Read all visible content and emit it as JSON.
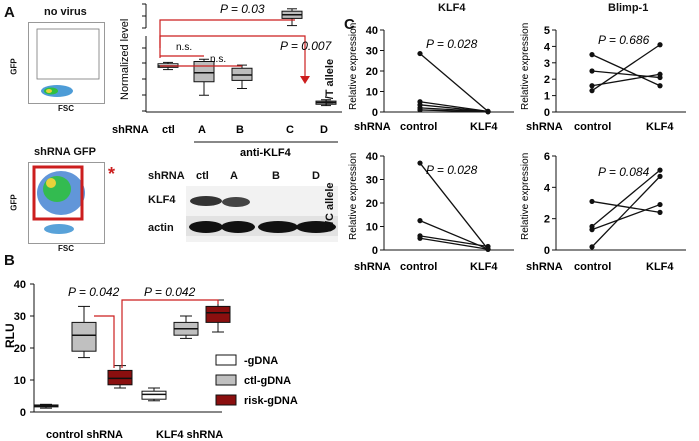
{
  "panels": {
    "A": "A",
    "B": "B",
    "C": "C"
  },
  "colors": {
    "red": "#cc1e1e",
    "darkred": "#8b0f0f",
    "gray": "#c0c0c0",
    "white": "#ffffff",
    "flow_cells": "#5aa0d8"
  },
  "flow": {
    "top": {
      "title": "no virus",
      "ylabel": "GFP",
      "xlabel": "FSC"
    },
    "bottom": {
      "title": "shRNA GFP",
      "ylabel": "GFP",
      "xlabel": "FSC",
      "star": "*"
    }
  },
  "panelA_chart": {
    "ylabel": "Normalized level",
    "shrna_label": "shRNA",
    "group_label": "anti-KLF4",
    "p1": "P = 0.03",
    "p2": "P = 0.007",
    "ns1": "n.s.",
    "ns2": "n.s."
  },
  "blot": {
    "header": {
      "shrna": "shRNA",
      "lanes": [
        "ctl",
        "A",
        "B",
        "D"
      ]
    },
    "rows": [
      "KLF4",
      "actin"
    ]
  },
  "panelC": {
    "col_titles": [
      "KLF4",
      "Blimp-1"
    ],
    "row_titles": [
      "T/T allele",
      "C/C allele"
    ],
    "ylabel": "Relative expression",
    "x_shrna": "shRNA",
    "x_labels": [
      "control",
      "KLF4"
    ],
    "pvals": [
      "P = 0.028",
      "P = 0.686",
      "P = 0.028",
      "P = 0.084"
    ]
  },
  "panelB_chart": {
    "ylabel": "RLU",
    "p1": "P = 0.042",
    "p2": "P = 0.042",
    "legend": [
      "-gDNA",
      "ctl-gDNA",
      "risk-gDNA"
    ]
  },
  "chart_data": [
    {
      "type": "box",
      "panel": "A",
      "categories": [
        "ctl",
        "A",
        "B",
        "C",
        "D"
      ],
      "ylabel": "Normalized level",
      "yscale": "broken",
      "boxes": [
        {
          "cat": "ctl",
          "min": 0.92,
          "q1": 0.97,
          "median": 1.0,
          "q3": 1.05,
          "max": 1.08
        },
        {
          "cat": "A",
          "min": 0.35,
          "q1": 0.65,
          "median": 0.85,
          "q3": 1.1,
          "max": 1.15
        },
        {
          "cat": "B",
          "min": 0.5,
          "q1": 0.68,
          "median": 0.8,
          "q3": 0.95,
          "max": 1.02
        },
        {
          "cat": "C",
          "min": 2.9,
          "q1": 3.2,
          "median": 3.35,
          "q3": 3.5,
          "max": 3.6
        },
        {
          "cat": "D",
          "min": 0.12,
          "q1": 0.15,
          "median": 0.19,
          "q3": 0.22,
          "max": 0.25
        }
      ]
    },
    {
      "type": "box",
      "panel": "B",
      "categories": [
        "control shRNA",
        "KLF4 shRNA"
      ],
      "series": [
        {
          "name": "-gDNA"
        },
        {
          "name": "ctl-gDNA"
        },
        {
          "name": "risk-gDNA"
        }
      ],
      "ylabel": "RLU",
      "ylim": [
        0,
        40
      ],
      "yticks": [
        0,
        10,
        20,
        30,
        40
      ],
      "boxes": [
        {
          "group": "control shRNA",
          "series": "-gDNA",
          "min": 1.2,
          "q1": 1.6,
          "median": 1.9,
          "q3": 2.2,
          "max": 2.4
        },
        {
          "group": "control shRNA",
          "series": "ctl-gDNA",
          "min": 17,
          "q1": 19,
          "median": 24,
          "q3": 28,
          "max": 33
        },
        {
          "group": "control shRNA",
          "series": "risk-gDNA",
          "min": 7.5,
          "q1": 8.5,
          "median": 10.5,
          "q3": 13,
          "max": 14.5
        },
        {
          "group": "KLF4 shRNA",
          "series": "-gDNA",
          "min": 3.5,
          "q1": 4,
          "median": 5.5,
          "q3": 6.5,
          "max": 7.5
        },
        {
          "group": "KLF4 shRNA",
          "series": "ctl-gDNA",
          "min": 23,
          "q1": 24,
          "median": 26,
          "q3": 28,
          "max": 30
        },
        {
          "group": "KLF4 shRNA",
          "series": "risk-gDNA",
          "min": 25,
          "q1": 28,
          "median": 31,
          "q3": 33,
          "max": 35
        }
      ]
    },
    {
      "type": "line",
      "panel": "C",
      "title": "KLF4",
      "row": "T/T allele",
      "categories": [
        "control",
        "KLF4"
      ],
      "ylim": [
        0,
        40
      ],
      "yticks": [
        0,
        10,
        20,
        30,
        40
      ],
      "pairs": [
        [
          28.5,
          0.3
        ],
        [
          5,
          0.3
        ],
        [
          3.5,
          0.2
        ],
        [
          2,
          0.2
        ],
        [
          1,
          0.1
        ]
      ]
    },
    {
      "type": "line",
      "panel": "C",
      "title": "Blimp-1",
      "row": "T/T allele",
      "categories": [
        "control",
        "KLF4"
      ],
      "ylim": [
        0,
        5
      ],
      "yticks": [
        0,
        1,
        2,
        3,
        4,
        5
      ],
      "pairs": [
        [
          3.5,
          1.6
        ],
        [
          2.5,
          2.1
        ],
        [
          1.6,
          2.3
        ],
        [
          1.3,
          4.1
        ]
      ]
    },
    {
      "type": "line",
      "panel": "C",
      "title": "KLF4",
      "row": "C/C allele",
      "categories": [
        "control",
        "KLF4"
      ],
      "ylim": [
        0,
        40
      ],
      "yticks": [
        0,
        10,
        20,
        30,
        40
      ],
      "pairs": [
        [
          37,
          0.3
        ],
        [
          12.5,
          0.4
        ],
        [
          6,
          1.5
        ],
        [
          5,
          0.3
        ]
      ]
    },
    {
      "type": "line",
      "panel": "C",
      "title": "Blimp-1",
      "row": "C/C allele",
      "categories": [
        "control",
        "KLF4"
      ],
      "ylim": [
        0,
        6
      ],
      "yticks": [
        0,
        2,
        4,
        6
      ],
      "pairs": [
        [
          3.1,
          2.4
        ],
        [
          1.5,
          5.1
        ],
        [
          1.3,
          2.9
        ],
        [
          0.2,
          4.7
        ]
      ]
    }
  ]
}
